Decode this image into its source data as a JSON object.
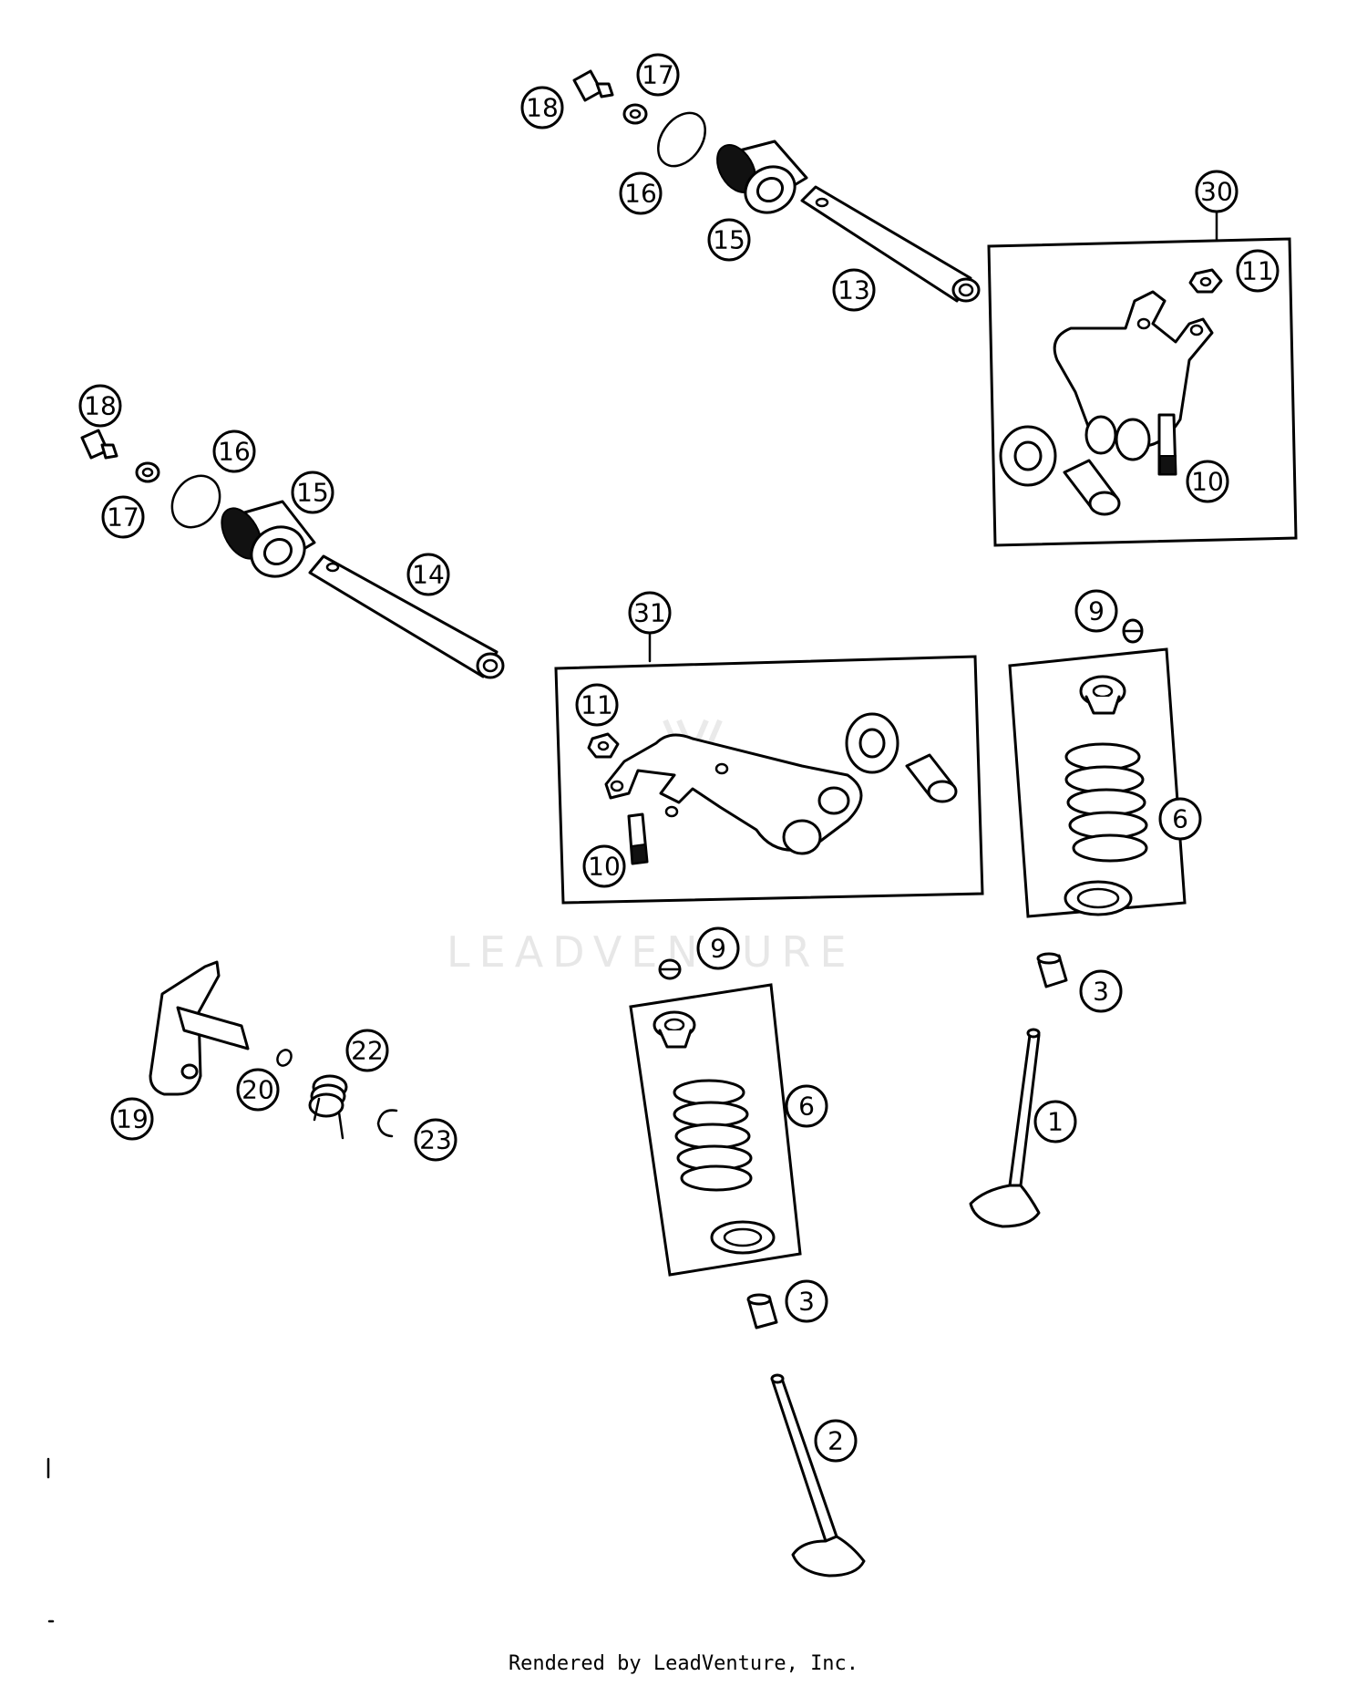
{
  "watermark": "LEADVENTURE",
  "footer": "Rendered by LeadVenture, Inc.",
  "callouts": [
    "1",
    "2",
    "3",
    "3",
    "6",
    "6",
    "9",
    "9",
    "10",
    "10",
    "11",
    "11",
    "13",
    "14",
    "15",
    "15",
    "16",
    "16",
    "17",
    "17",
    "18",
    "18",
    "19",
    "20",
    "22",
    "23",
    "30",
    "31"
  ]
}
